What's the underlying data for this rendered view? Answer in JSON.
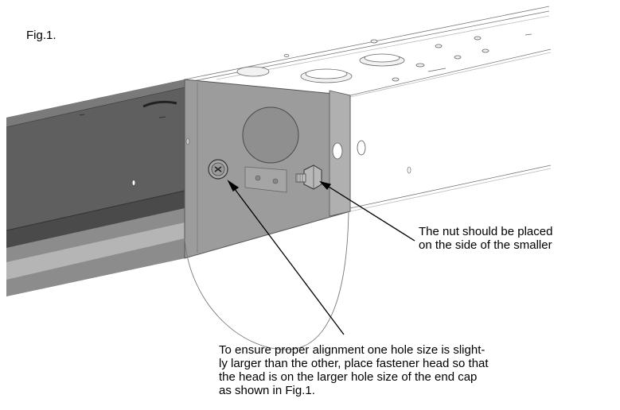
{
  "figure": {
    "label": "Fig.1."
  },
  "notes": {
    "nut": {
      "lines": [
        "The nut should be placed",
        "on the side of the smaller"
      ]
    },
    "alignment": {
      "lines": [
        "To ensure proper alignment one hole size is slight-",
        "ly larger than the other, place fastener head so that",
        "the head is on the larger hole size of the end cap",
        "as shown in Fig.1."
      ]
    }
  },
  "colors": {
    "ink": "#000000",
    "housing_dark": "#5e5e5e",
    "housing_mid": "#8a8a8a",
    "housing_light": "#b9b9b9",
    "end_cap": "#9c9c9c",
    "outline": "#555555"
  }
}
